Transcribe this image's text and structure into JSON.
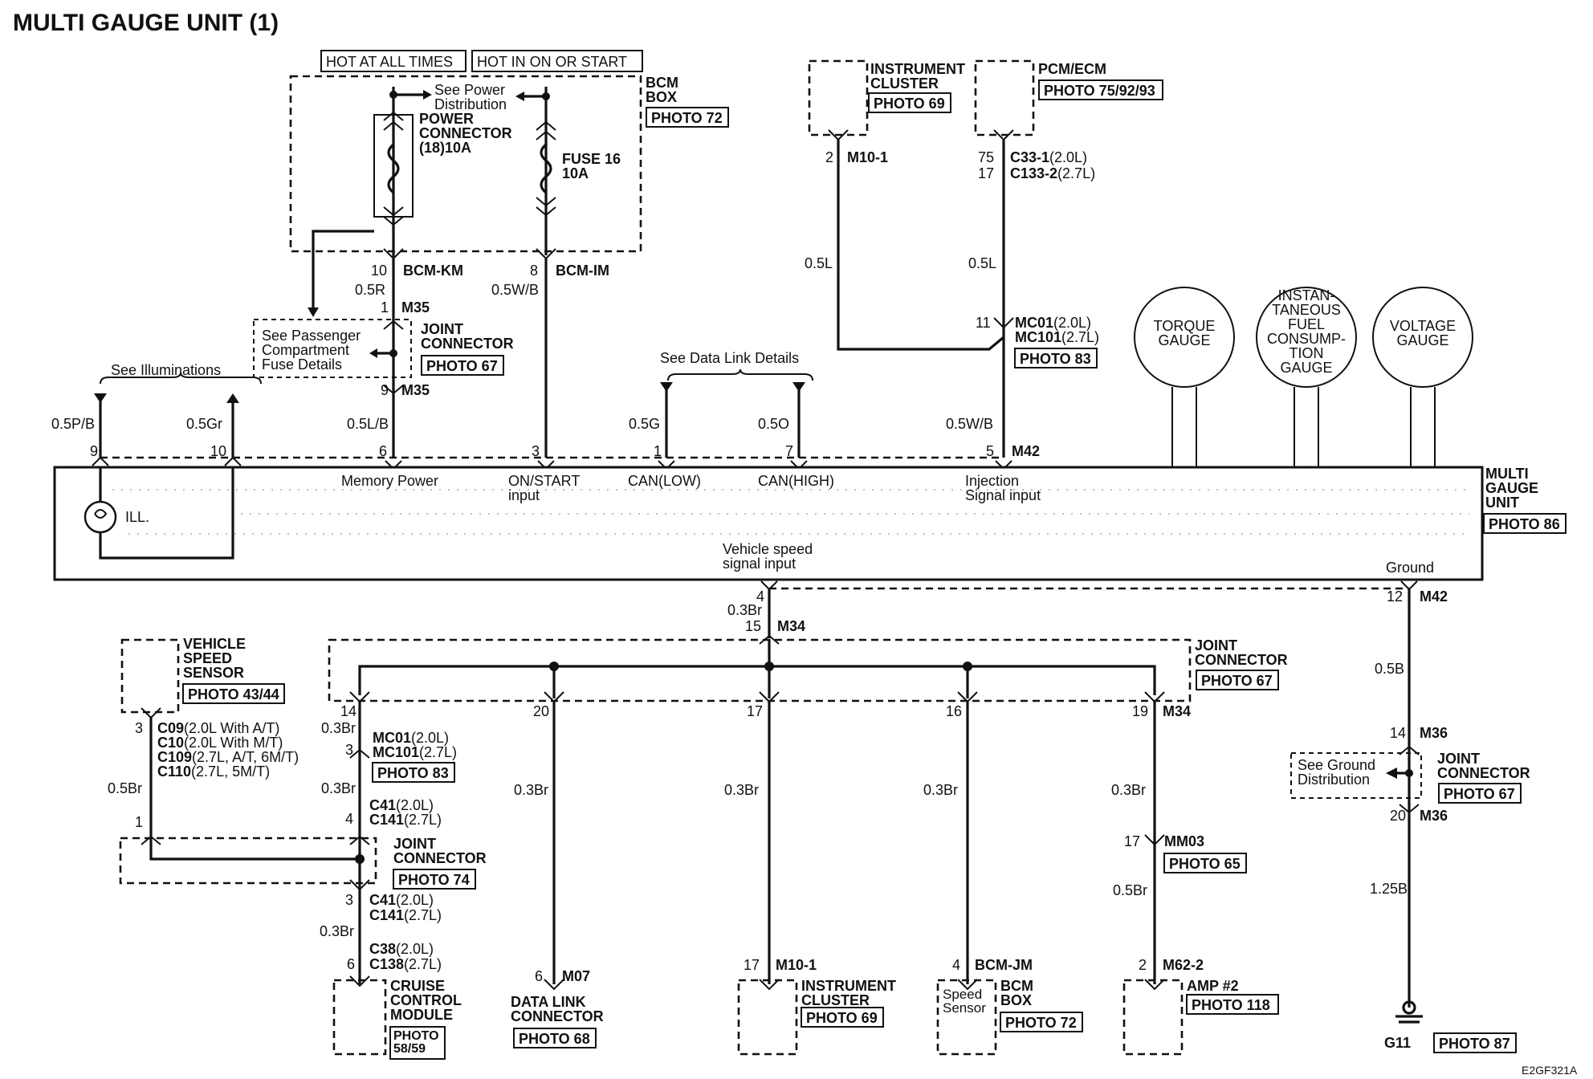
{
  "title": "MULTI GAUGE UNIT (1)",
  "figure_code": "E2GF321A",
  "hot_all_times": "HOT AT ALL TIMES",
  "hot_in_on": "HOT IN ON OR START",
  "bcm_box_label": "BCM\nBOX",
  "photo72": "PHOTO 72",
  "see_power_dist": "See Power\nDistribution",
  "power_connector": "POWER\nCONNECTOR\n(18)10A",
  "fuse16": "FUSE 16\n10A",
  "see_illuminations": "See Illuminations",
  "see_data_link": "See Data Link Details",
  "see_passenger": "See Passenger\nCompartment\nFuse Details",
  "joint_connector": "JOINT\nCONNECTOR",
  "photo67": "PHOTO 67",
  "instrument_cluster": "INSTRUMENT\nCLUSTER",
  "photo69": "PHOTO 69",
  "pcm_ecm": "PCM/ECM",
  "photo75": "PHOTO 75/92/93",
  "mc01_a": "MC01",
  "mc01_a_sub": "(2.0L)",
  "mc101_a": "MC101",
  "mc101_a_sub": "(2.7L)",
  "photo83": "PHOTO 83",
  "torque": "TORQUE\nGAUGE",
  "instant": "INSTAN-\nTANEOUS\nFUEL\nCONSUMP-\nTION\nGAUGE",
  "voltage": "VOLTAGE\nGAUGE",
  "mgu": "MULTI\nGAUGE\nUNIT",
  "photo86": "PHOTO 86",
  "ill": "ILL.",
  "memory_power": "Memory Power",
  "on_start": "ON/START\ninput",
  "can_low": "CAN(LOW)",
  "can_high": "CAN(HIGH)",
  "injection": "Injection\nSignal input",
  "vss_input": "Vehicle speed\nsignal input",
  "ground": "Ground",
  "vss": "VEHICLE\nSPEED\nSENSOR",
  "photo4344": "PHOTO 43/44",
  "c09": "C09",
  "c09_sub": "(2.0L With A/T)",
  "c10": "C10",
  "c10_sub": "(2.0L With M/T)",
  "c109": "C109",
  "c109_sub": "(2.7L, A/T, 6M/T)",
  "c110": "C110",
  "c110_sub": "(2.7L, 5M/T)",
  "c41": "C41",
  "c41_sub": "(2.0L)",
  "c141": "C141",
  "c141_sub": "(2.7L)",
  "photo74": "PHOTO 74",
  "c38": "C38",
  "c38_sub": "(2.0L)",
  "c138": "C138",
  "c138_sub": "(2.7L)",
  "cruise": "CRUISE\nCONTROL\nMODULE",
  "photo5859": "PHOTO\n58/59",
  "dlc": "DATA LINK\nCONNECTOR",
  "photo68": "PHOTO 68",
  "bcm_box2": "BCM\nBOX",
  "speed_sensor": "Speed\nSensor",
  "mm03": "MM03",
  "photo65": "PHOTO 65",
  "amp2": "AMP #2",
  "photo118": "PHOTO 118",
  "see_ground": "See Ground\nDistribution",
  "g11": "G11",
  "photo87": "PHOTO 87",
  "c33": "C33-1",
  "c33_sub": "(2.0L)",
  "c133": "C133-2",
  "c133_sub": "(2.7L)",
  "conn": {
    "m10_1": "M10-1",
    "m35": "M35",
    "bcm_km": "BCM-KM",
    "bcm_im": "BCM-IM",
    "m42": "M42",
    "m34": "M34",
    "m36": "M36",
    "m07": "M07",
    "bcm_jm": "BCM-JM",
    "m62_2": "M62-2"
  },
  "pins": {
    "p10a": "10",
    "p8a": "8",
    "p1a": "1",
    "p9a": "9",
    "p2a": "2",
    "p75": "75",
    "p17a": "17",
    "p11": "11",
    "p9": "9",
    "p10": "10",
    "p6": "6",
    "p3": "3",
    "p1": "1",
    "p7": "7",
    "p5": "5",
    "p4": "4",
    "p15": "15",
    "p12": "12",
    "p14a": "14",
    "p20": "20",
    "p17b": "17",
    "p16": "16",
    "p19": "19",
    "p3b": "3",
    "p4b": "4",
    "p1b": "1",
    "p3c": "3",
    "p6b": "6",
    "p14b": "14",
    "p20b": "20",
    "p6c": "6",
    "p17c": "17",
    "p4c": "4",
    "p2b": "2",
    "p17d": "17",
    "p3d": "3"
  },
  "wires": {
    "w05r": "0.5R",
    "w05wb1": "0.5W/B",
    "w05lb": "0.5L/B",
    "w05pb": "0.5P/B",
    "w05gr": "0.5Gr",
    "w05g": "0.5G",
    "w05o": "0.5O",
    "w05l1": "0.5L",
    "w05l2": "0.5L",
    "w05wb2": "0.5W/B",
    "w03br1": "0.3Br",
    "w05b": "0.5B",
    "w125b": "1.25B",
    "w03br2": "0.3Br",
    "w03br3": "0.3Br",
    "w03br4": "0.3Br",
    "w03br5": "0.3Br",
    "w03br6": "0.3Br",
    "w03br7": "0.3Br",
    "w05br1": "0.5Br",
    "w03br8": "0.3Br",
    "w05br2": "0.5Br"
  }
}
